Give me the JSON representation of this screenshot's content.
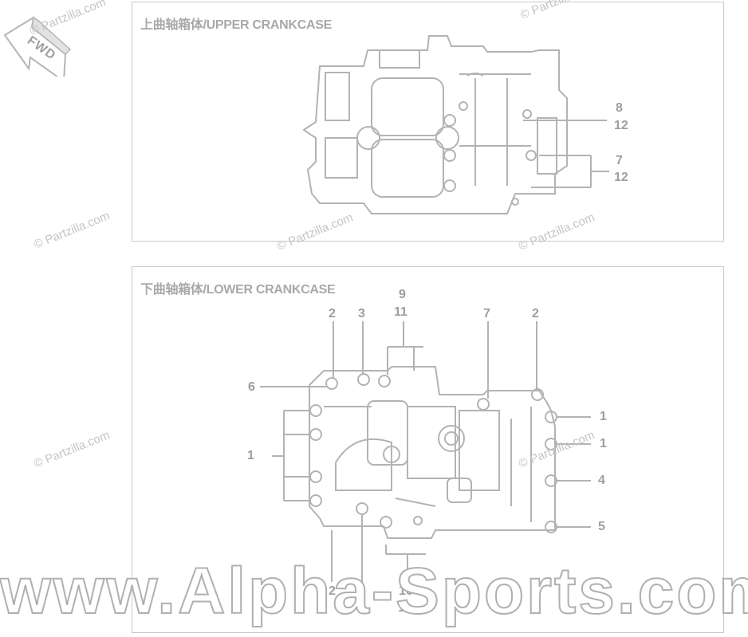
{
  "fwd_label": "FWD",
  "upper": {
    "title": "上曲轴箱体/UPPER CRANKCASE",
    "callouts": [
      "8",
      "12",
      "7",
      "12"
    ]
  },
  "lower": {
    "title": "下曲轴箱体/LOWER CRANKCASE",
    "callouts": [
      "9",
      "11",
      "2",
      "3",
      "7",
      "2",
      "6",
      "1",
      "1",
      "1",
      "4",
      "5",
      "2",
      "3",
      "10",
      "11"
    ]
  },
  "watermarks": {
    "partzilla": "© Partzilla.com",
    "site": "www.Alpha-Sports.com"
  },
  "colors": {
    "line": "#b3b3b3",
    "text": "#9e9e9e",
    "border": "#c9c9c9"
  }
}
